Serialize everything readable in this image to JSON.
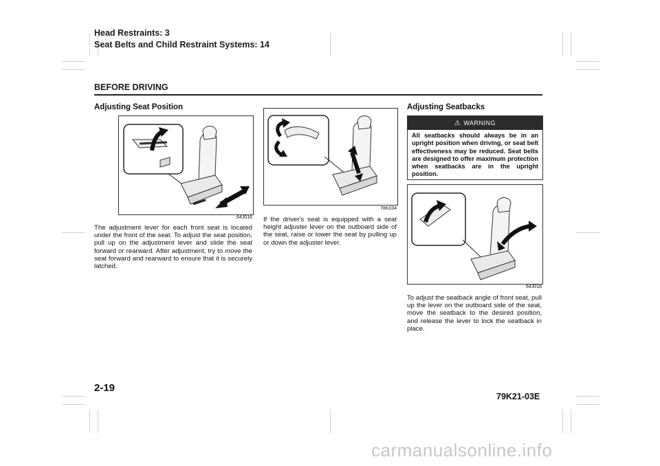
{
  "header": {
    "line1": "Head Restraints: 3",
    "line2": "Seat Belts and Child Restraint Systems: 14",
    "section": "BEFORE DRIVING"
  },
  "col1": {
    "title": "Adjusting Seat Position",
    "figure_code": "64J016",
    "text": "The adjustment lever for each front seat is located under the front of the seat. To adjust the seat position, pull up on the adjustment lever and slide the seat forward or rearward. After adjustment, try to move the seat forward and rearward to ensure that it is securely latched."
  },
  "col2": {
    "figure_code": "78K034",
    "text": "If the driver's seat is equipped with a seat height adjuster lever on the outboard side of the seat, raise or lower the seat by pulling up or down the adjuster lever."
  },
  "col3": {
    "title": "Adjusting Seatbacks",
    "warning_label": "WARNING",
    "warning_text": "All seatbacks should always be in an upright position when driving, or seat belt effectiveness may be reduced. Seat belts are designed to offer maximum protection when seatbacks are in the upright position.",
    "figure_code": "64J018",
    "text": "To adjust the seatback angle of front seat, pull up the lever on the outboard side of the seat, move the seatback to the desired position, and release the lever to lock the seatback in place."
  },
  "footer": {
    "page_number": "2-19",
    "doc_code": "79K21-03E"
  },
  "watermark": "carmanualsonline.info"
}
